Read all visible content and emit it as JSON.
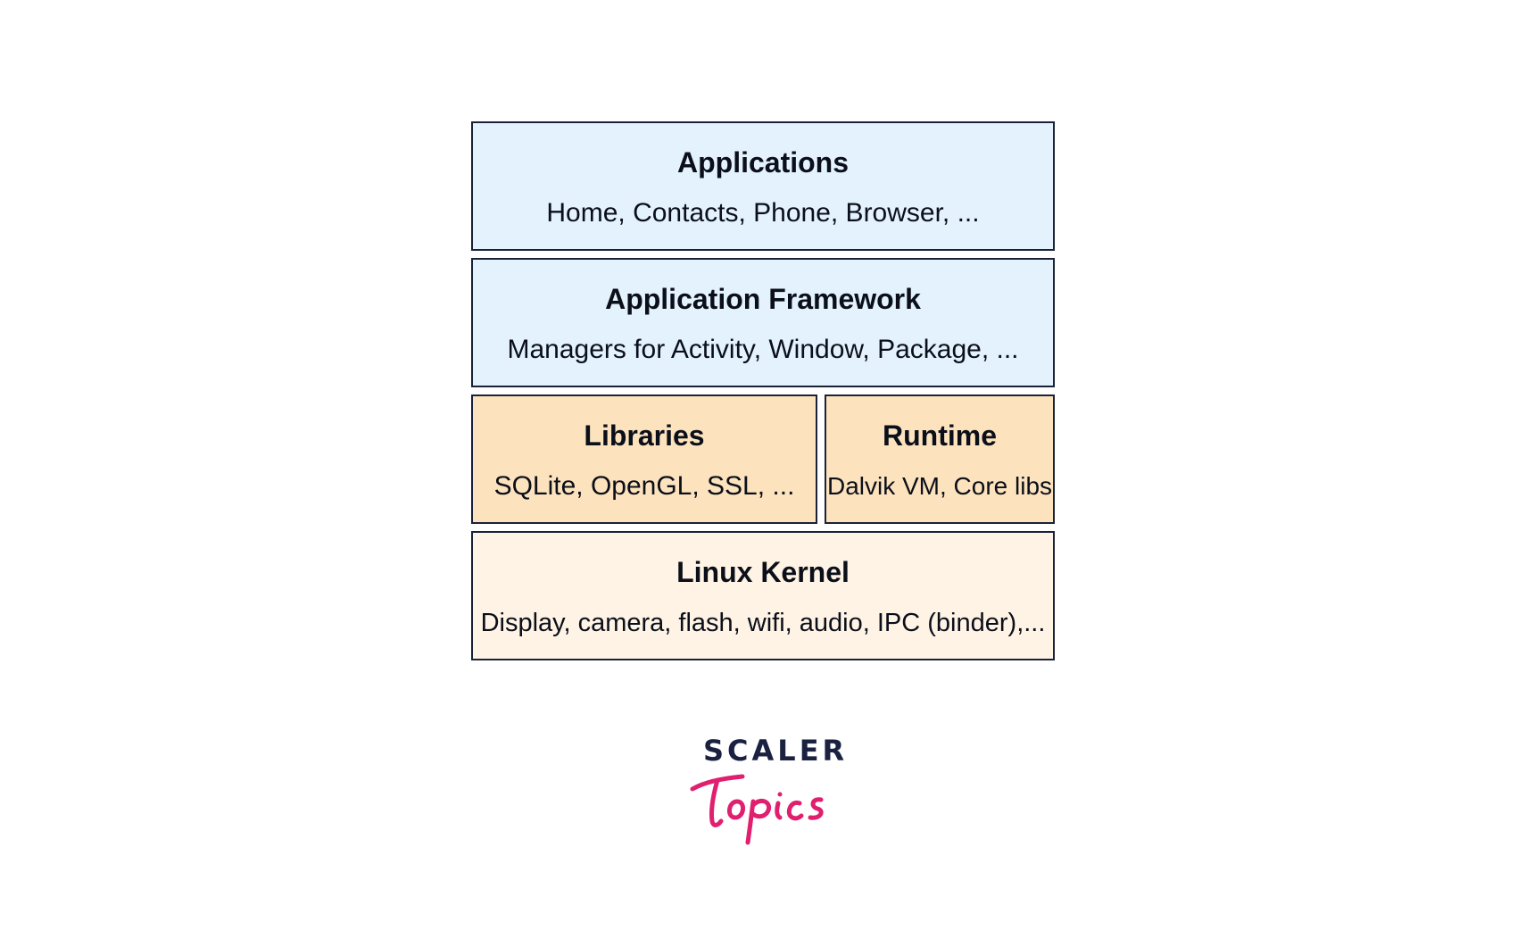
{
  "layers": {
    "applications": {
      "title": "Applications",
      "desc": "Home, Contacts, Phone, Browser, ..."
    },
    "framework": {
      "title": "Application Framework",
      "desc": "Managers for Activity, Window, Package, ..."
    },
    "libraries": {
      "title": "Libraries",
      "desc": "SQLite, OpenGL, SSL, ..."
    },
    "runtime": {
      "title": "Runtime",
      "desc": "Dalvik VM, Core libs"
    },
    "kernel": {
      "title": "Linux Kernel",
      "desc": "Display, camera, flash, wifi, audio, IPC (binder),..."
    }
  },
  "logo": {
    "brand": "SCALER",
    "script": "Topics"
  },
  "colors": {
    "blue_layer": "#e3f2fd",
    "orange_layer": "#fde3bd",
    "cream_layer": "#fef3e4",
    "border": "#1a2238",
    "logo_navy": "#1b2140",
    "logo_pink": "#e0206f"
  }
}
